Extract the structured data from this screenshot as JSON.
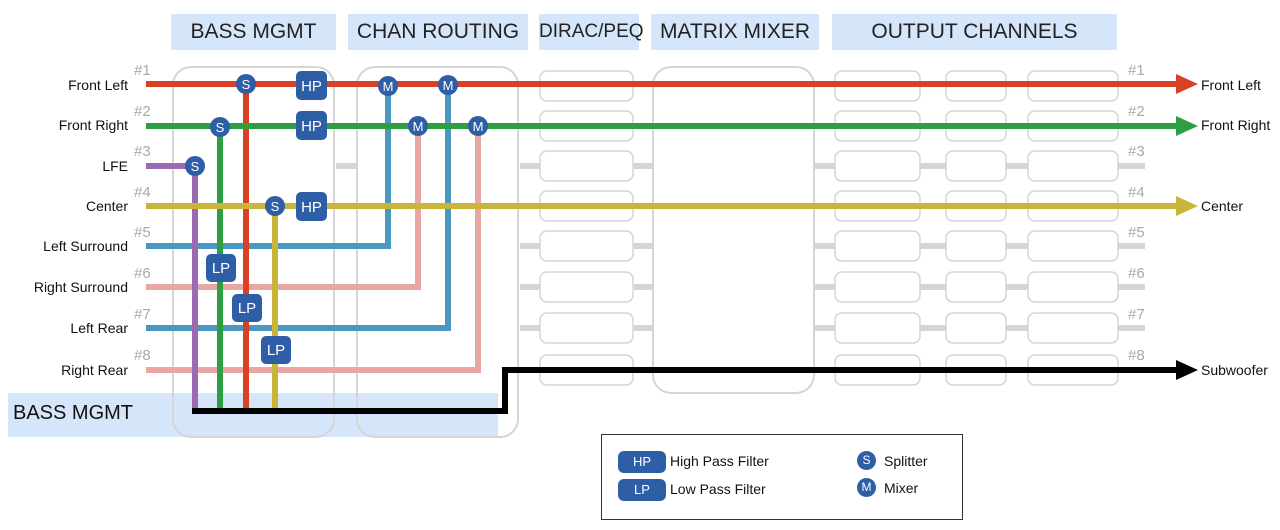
{
  "headers": {
    "bass_mgmt": "BASS MGMT",
    "chan_routing": "CHAN ROUTING",
    "dirac_peq": "DIRAC/PEQ",
    "matrix_mixer": "MATRIX MIXER",
    "output_channels": "OUTPUT CHANNELS"
  },
  "inputs": [
    {
      "label": "Front Left",
      "num": "#1",
      "color": "#d94125"
    },
    {
      "label": "Front Right",
      "num": "#2",
      "color": "#2e9e43"
    },
    {
      "label": "LFE",
      "num": "#3",
      "color": "#9a6bb0"
    },
    {
      "label": "Center",
      "num": "#4",
      "color": "#c9b53a"
    },
    {
      "label": "Left Surround",
      "num": "#5",
      "color": "#4a97c0"
    },
    {
      "label": "Right Surround",
      "num": "#6",
      "color": "#e8a7a5"
    },
    {
      "label": "Left Rear",
      "num": "#7",
      "color": "#4a97c0"
    },
    {
      "label": "Right Rear",
      "num": "#8",
      "color": "#e8a7a5"
    }
  ],
  "output_numbers": [
    "#1",
    "#2",
    "#3",
    "#4",
    "#5",
    "#6",
    "#7",
    "#8"
  ],
  "outputs": {
    "front_left": "Front Left",
    "front_right": "Front Right",
    "center": "Center",
    "subwoofer": "Subwoofer"
  },
  "badges": {
    "hp": "HP",
    "lp": "LP",
    "s": "S",
    "m": "M"
  },
  "bass_band_label": "BASS MGMT",
  "legend": {
    "hp_chip": "HP",
    "hp_text": "High Pass Filter",
    "lp_chip": "LP",
    "lp_text": "Low Pass Filter",
    "s_chip": "S",
    "s_text": "Splitter",
    "m_chip": "M",
    "m_text": "Mixer"
  },
  "colors": {
    "badge": "#2e5fa6",
    "sub_line": "#000000",
    "box_outline": "#d5d5d5",
    "header_bg": "#d6e6fa"
  }
}
